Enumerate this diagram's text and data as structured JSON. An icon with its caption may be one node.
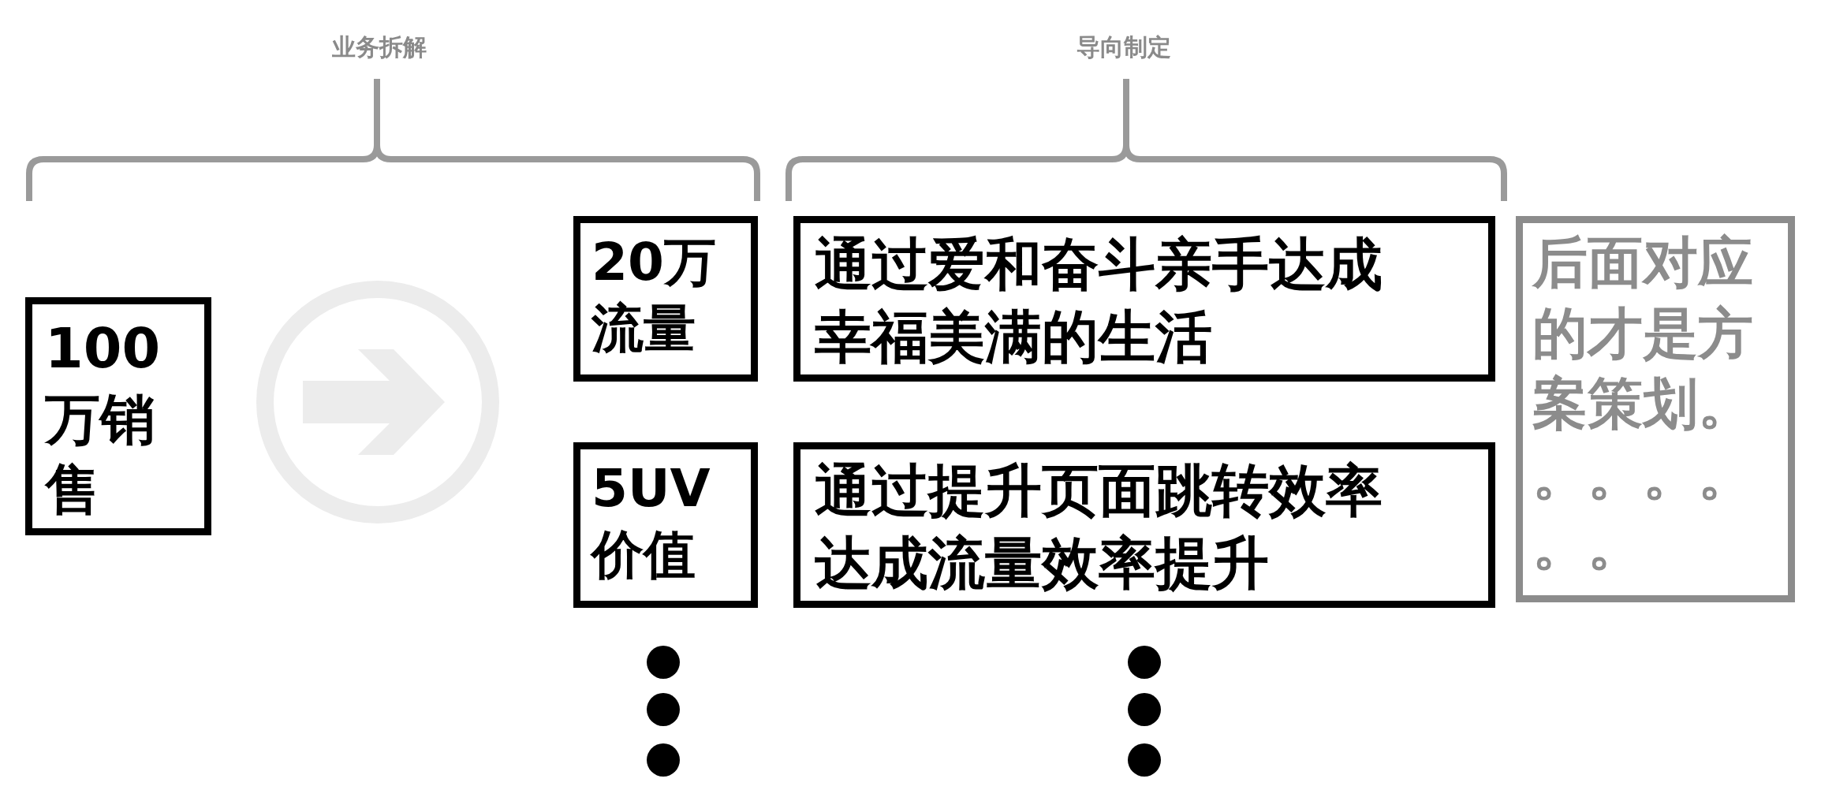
{
  "diagram": {
    "nodes": [
      {
        "text": [
          "100万销售"
        ]
      },
      {
        "text": [],
        "shape": "circle"
      },
      {
        "text": [
          "20万流量"
        ]
      },
      {
        "text": [
          "通过爱和奋斗亲手达成幸福美满的生活"
        ]
      },
      {
        "text": [
          "5UV价值"
        ]
      },
      {
        "text": [
          "通过提升页面跳转效率达成流量效率提升"
        ]
      },
      {
        "text": [
          "后面对应的才是方案策划。。。。。。。"
        ]
      }
    ],
    "labels": [
      "业务拆解",
      "导向制定"
    ]
  }
}
